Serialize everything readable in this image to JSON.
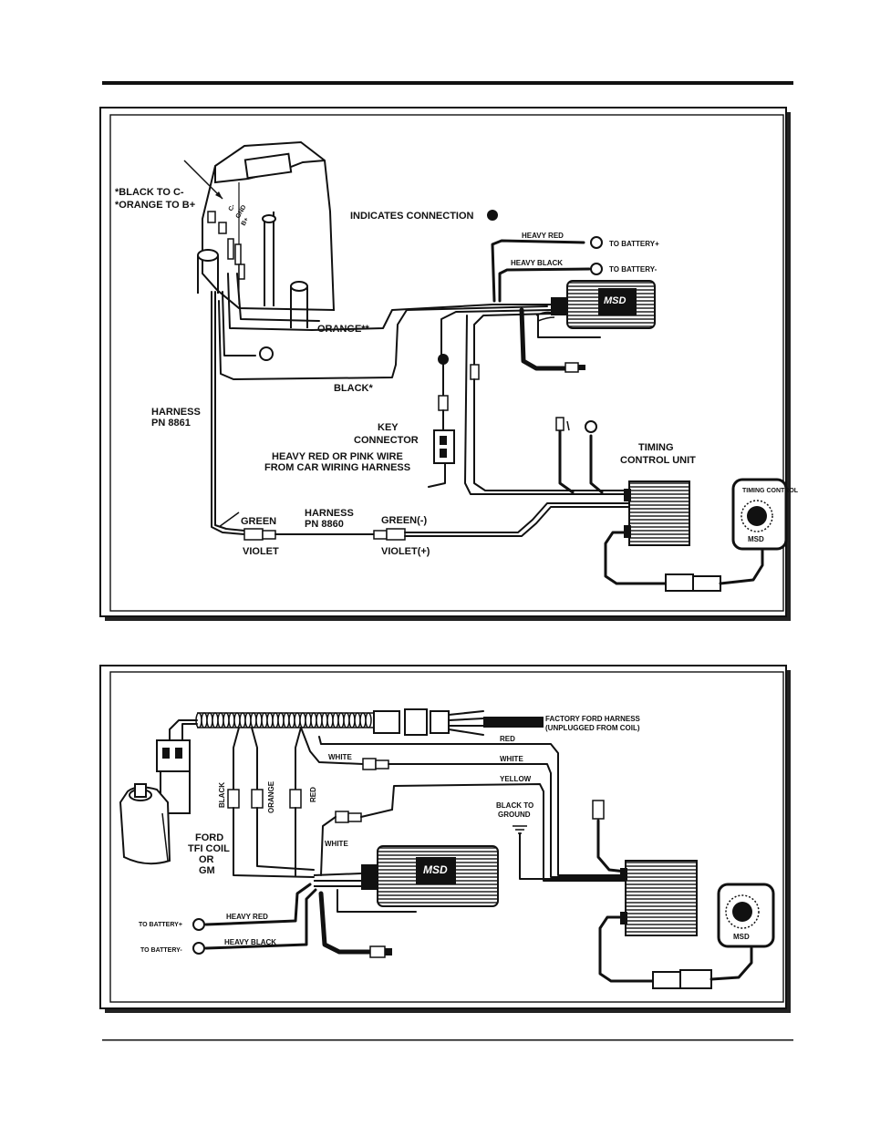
{
  "diagram1": {
    "labels": {
      "black_to_c": "*BLACK TO C-",
      "orange_to_b": "*ORANGE TO B+",
      "indicates_connection": "INDICATES CONNECTION",
      "heavy_red": "HEAVY RED",
      "to_battery_pos": "TO BATTERY+",
      "heavy_black": "HEAVY BLACK",
      "to_battery_neg": "TO BATTERY-",
      "orange": "ORANGE**",
      "black": "BLACK*",
      "harness_8861_line1": "HARNESS",
      "harness_8861_line2": "PN 8861",
      "key_connector_line1": "KEY",
      "key_connector_line2": "CONNECTOR",
      "heavy_red_pink_line1": "HEAVY RED OR PINK WIRE",
      "heavy_red_pink_line2": "FROM CAR WIRING HARNESS",
      "timing_line1": "TIMING",
      "timing_line2": "CONTROL UNIT",
      "harness_8860_line1": "HARNESS",
      "harness_8860_line2": "PN 8860",
      "green": "GREEN",
      "violet": "VIOLET",
      "green_neg": "GREEN(-)",
      "violet_pos": "VIOLET(+)",
      "coil_c": "C-",
      "coil_gnd": "GND",
      "coil_b": "B+",
      "msd_logo": "MSD",
      "timing_control_dial": "TIMING CONTROL",
      "dial_brand": "MSD"
    }
  },
  "diagram2": {
    "labels": {
      "factory_ford_line1": "FACTORY FORD HARNESS",
      "factory_ford_line2": "(UNPLUGGED FROM COIL)",
      "red": "RED",
      "white_top": "WHITE",
      "white_right": "WHITE",
      "yellow": "YELLOW",
      "black_to_ground_line1": "BLACK TO",
      "black_to_ground_line2": "GROUND",
      "black_vertical": "BLACK",
      "orange_vertical": "ORANGE",
      "red_vertical": "RED",
      "white_lower": "WHITE",
      "ford_line1": "FORD",
      "ford_line2": "TFI COIL",
      "ford_line3": "OR",
      "ford_line4": "GM",
      "heavy_red": "HEAVY RED",
      "heavy_black": "HEAVY BLACK",
      "to_battery_pos": "TO BATTERY+",
      "to_battery_neg": "TO BATTERY-",
      "msd_logo": "MSD",
      "dial_brand": "MSD"
    }
  }
}
